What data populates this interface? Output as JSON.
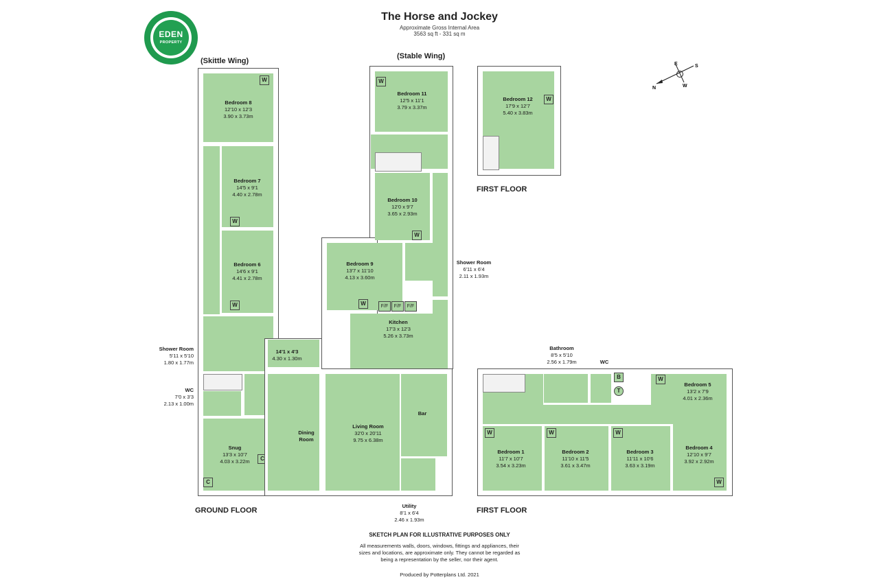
{
  "header": {
    "title": "The Horse and Jockey",
    "area_line": "Approximate Gross Internal Area",
    "area_value": "3563 sq ft - 331 sq m"
  },
  "logo": {
    "line1": "EDEN",
    "line2": "PROPERTY",
    "color": "#22a052"
  },
  "wings": {
    "skittle": "(Skittle Wing)",
    "stable": "(Stable Wing)"
  },
  "floors": {
    "ground": "GROUND FLOOR",
    "first_top": "FIRST FLOOR",
    "first_bottom": "FIRST FLOOR"
  },
  "compass": {
    "e": "E",
    "s": "S",
    "n": "N",
    "w": "W"
  },
  "rooms": {
    "bedroom8": {
      "name": "Bedroom 8",
      "imp": "12'10 x 12'3",
      "met": "3.90 x 3.73m"
    },
    "bedroom7": {
      "name": "Bedroom 7",
      "imp": "14'5 x 9'1",
      "met": "4.40 x 2.78m"
    },
    "bedroom6": {
      "name": "Bedroom 6",
      "imp": "14'6 x 9'1",
      "met": "4.41 x 2.78m"
    },
    "shower_room_g": {
      "name": "Shower Room",
      "imp": "5'11 x 5'10",
      "met": "1.80 x 1.77m"
    },
    "hall": {
      "imp": "14'1 x 4'3",
      "met": "4.30 x 1.30m"
    },
    "wc_g": {
      "name": "WC",
      "imp": "7'0 x 3'3",
      "met": "2.13 x 1.00m"
    },
    "snug": {
      "name": "Snug",
      "imp": "13'3 x 10'7",
      "met": "4.03 x 3.22m"
    },
    "dining": {
      "name": "Dining",
      "name2": "Room"
    },
    "living": {
      "name": "Living Room",
      "imp": "32'0 x 20'11",
      "met": "9.75 x 6.38m"
    },
    "bar": {
      "name": "Bar"
    },
    "utility": {
      "name": "Utility",
      "imp": "8'1 x 6'4",
      "met": "2.46 x 1.93m"
    },
    "kitchen": {
      "name": "Kitchen",
      "imp": "17'3 x 12'3",
      "met": "5.26 x 3.73m"
    },
    "bedroom9": {
      "name": "Bedroom 9",
      "imp": "13'7 x 11'10",
      "met": "4.13 x 3.60m"
    },
    "shower_room_s": {
      "name": "Shower Room",
      "imp": "6'11 x 6'4",
      "met": "2.11 x 1.93m"
    },
    "bedroom10": {
      "name": "Bedroom 10",
      "imp": "12'0 x 9'7",
      "met": "3.65 x 2.93m"
    },
    "bedroom11": {
      "name": "Bedroom 11",
      "imp": "12'5 x 11'1",
      "met": "3.79 x 3.37m"
    },
    "bedroom12": {
      "name": "Bedroom 12",
      "imp": "17'9 x 12'7",
      "met": "5.40 x 3.83m"
    },
    "bathroom": {
      "name": "Bathroom",
      "imp": "8'5 x 5'10",
      "met": "2.56 x 1.79m"
    },
    "wc_f": {
      "name": "WC"
    },
    "bedroom5": {
      "name": "Bedroom 5",
      "imp": "13'2 x 7'9",
      "met": "4.01 x 2.36m"
    },
    "bedroom1": {
      "name": "Bedroom 1",
      "imp": "11'7 x 10'7",
      "met": "3.54 x 3.23m"
    },
    "bedroom2": {
      "name": "Bedroom 2",
      "imp": "11'10 x 11'5",
      "met": "3.61 x 3.47m"
    },
    "bedroom3": {
      "name": "Bedroom 3",
      "imp": "11'11 x 10'6",
      "met": "3.63 x 3.19m"
    },
    "bedroom4": {
      "name": "Bedroom 4",
      "imp": "12'10 x 9'7",
      "met": "3.92 x 2.92m"
    }
  },
  "fixtures": {
    "w": "W",
    "c": "C",
    "ff": "F/F",
    "b": "B",
    "t": "T"
  },
  "footer": {
    "title": "SKETCH PLAN FOR ILLUSTRATIVE PURPOSES ONLY",
    "disclaimer1": "All measurements walls, doors, windows, fittings and appliances, their",
    "disclaimer2": "sizes and locations, are approximate only. They cannot be regarded as",
    "disclaimer3": "being a representation by the seller, nor their agent.",
    "produced": "Produced by Potterplans Ltd. 2021"
  },
  "colors": {
    "room_fill": "#a8d5a0",
    "wall": "#555555",
    "brand": "#1f9a4e"
  }
}
